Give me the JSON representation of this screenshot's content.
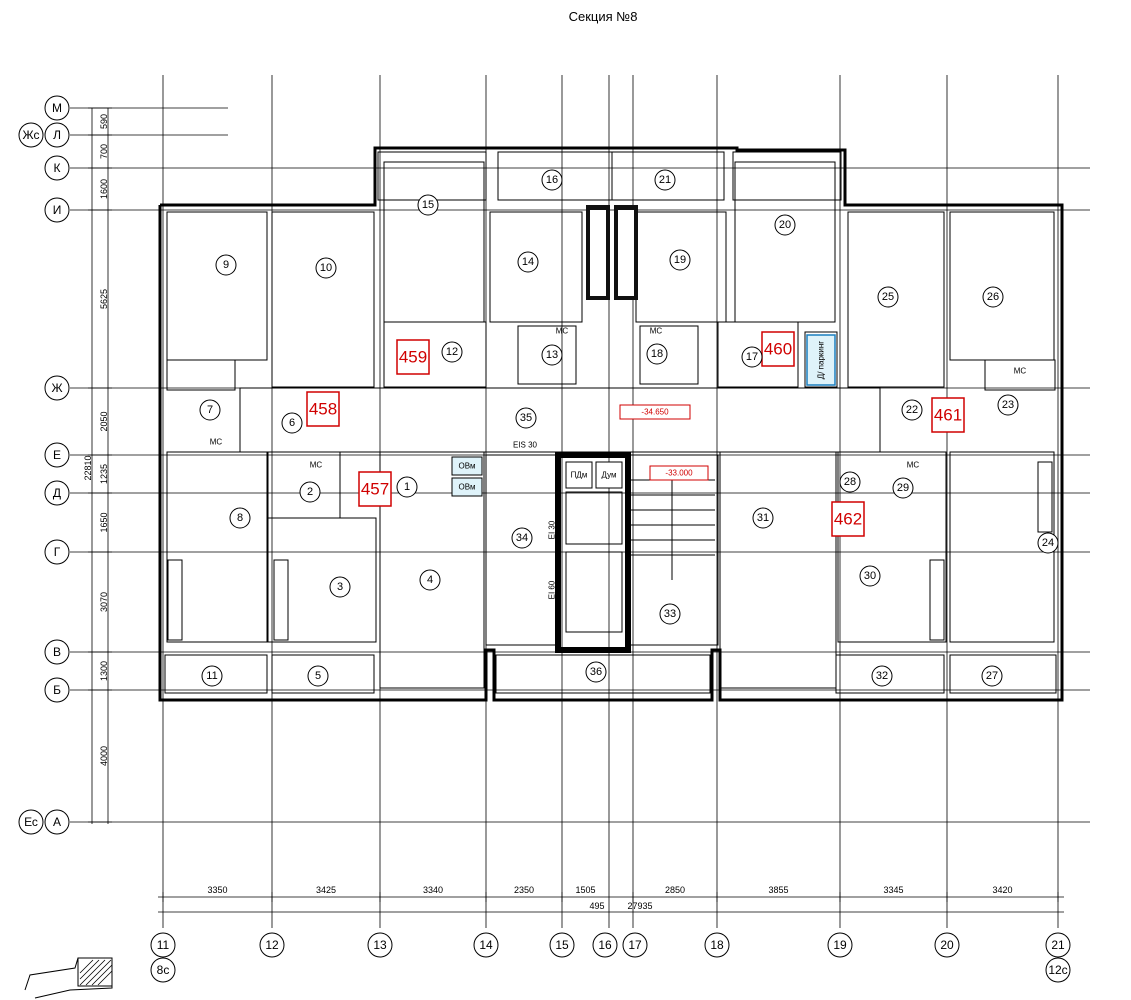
{
  "title": "Секция №8",
  "axes_v": [
    {
      "label": "11",
      "sub": "8с"
    },
    {
      "label": "12",
      "sub": ""
    },
    {
      "label": "13",
      "sub": ""
    },
    {
      "label": "14",
      "sub": ""
    },
    {
      "label": "15",
      "sub": ""
    },
    {
      "label": "16",
      "sub": ""
    },
    {
      "label": "17",
      "sub": ""
    },
    {
      "label": "18",
      "sub": ""
    },
    {
      "label": "19",
      "sub": ""
    },
    {
      "label": "20",
      "sub": ""
    },
    {
      "label": "21",
      "sub": "12с"
    }
  ],
  "axes_h": [
    {
      "label": "М",
      "pre": ""
    },
    {
      "label": "Л",
      "pre": "Жс"
    },
    {
      "label": "К",
      "pre": ""
    },
    {
      "label": "И",
      "pre": ""
    },
    {
      "label": "Ж",
      "pre": ""
    },
    {
      "label": "Е",
      "pre": ""
    },
    {
      "label": "Д",
      "pre": ""
    },
    {
      "label": "Г",
      "pre": ""
    },
    {
      "label": "В",
      "pre": ""
    },
    {
      "label": "Б",
      "pre": ""
    },
    {
      "label": "А",
      "pre": "Ес"
    }
  ],
  "dims_bottom": [
    "3350",
    "3425",
    "3340",
    "2350",
    "1505",
    "2850",
    "3855",
    "3345",
    "3420"
  ],
  "dims_bottom_extra": [
    "495",
    "27935"
  ],
  "dims_left": [
    "590",
    "700",
    "1600",
    "5625",
    "2050",
    "1235",
    "1650",
    "3070",
    "1300",
    "4000"
  ],
  "dims_left_total": "22810",
  "apartments": [
    "459",
    "458",
    "457",
    "460",
    "461",
    "462"
  ],
  "rooms": [
    "1",
    "2",
    "3",
    "4",
    "5",
    "6",
    "7",
    "8",
    "9",
    "10",
    "11",
    "12",
    "13",
    "14",
    "15",
    "16",
    "17",
    "18",
    "19",
    "20",
    "21",
    "22",
    "23",
    "24",
    "25",
    "26",
    "27",
    "28",
    "29",
    "30",
    "31",
    "32",
    "33",
    "34",
    "35",
    "36"
  ],
  "labels": {
    "level_main": "-34.650",
    "level_stair": "-33.000",
    "ei_1": "EIS 30",
    "ei_2": "EI 30",
    "ei_3": "EI 60",
    "shaft_1": "ОВм",
    "shaft_2": "ОВм",
    "pdm": "ПДм",
    "dum": "Дум",
    "parking": "Д/ паркинг",
    "ms": "МС"
  }
}
